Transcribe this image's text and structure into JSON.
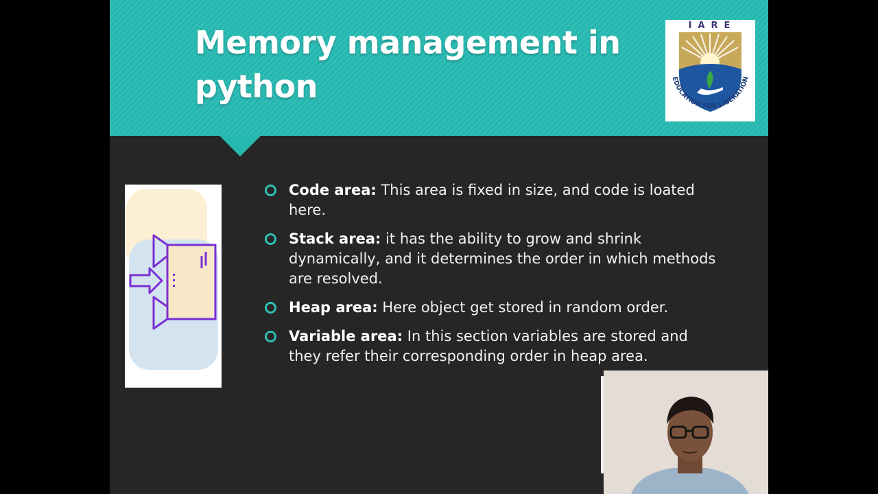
{
  "slide": {
    "title": "Memory management in python",
    "logo": {
      "top_text": "IARE",
      "motto": "EDUCATION FOR LIBERATION"
    },
    "bullets": [
      {
        "term": "Code area:",
        "text": " This area is fixed in size, and code is loated here."
      },
      {
        "term": "Stack area:",
        "text": " it has the ability to grow and shrink dynamically, and it determines the order in which methods are resolved."
      },
      {
        "term": "Heap area:",
        "text": " Here object get stored in random order."
      },
      {
        "term": "Variable area:",
        "text": " In this section variables are stored and they refer their corresponding order in heap area."
      }
    ]
  },
  "colors": {
    "header_teal": "#24b8b0",
    "slide_background": "#262626",
    "bullet_marker": "#2fbfb4",
    "icon_purple": "#7b2fd0"
  },
  "icons": {
    "thumbnail": "box-with-arrow-icon",
    "bullet": "hollow-circle-bullet-icon"
  }
}
